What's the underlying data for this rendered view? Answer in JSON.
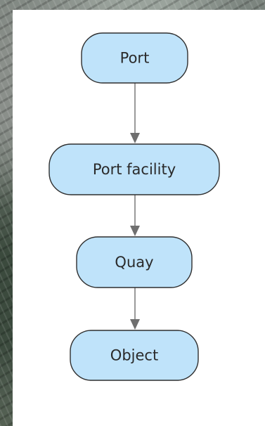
{
  "diagram": {
    "nodes": [
      {
        "id": "port",
        "label": "Port"
      },
      {
        "id": "port-facility",
        "label": "Port facility"
      },
      {
        "id": "quay",
        "label": "Quay"
      },
      {
        "id": "object",
        "label": "Object"
      }
    ],
    "edges": [
      {
        "from": "port",
        "to": "port-facility"
      },
      {
        "from": "port-facility",
        "to": "quay"
      },
      {
        "from": "quay",
        "to": "object"
      }
    ],
    "colors": {
      "node_fill": "#bfe3fa",
      "node_stroke": "#2f2f2f",
      "edge": "#9a9a9a",
      "panel": "#ffffff"
    }
  }
}
